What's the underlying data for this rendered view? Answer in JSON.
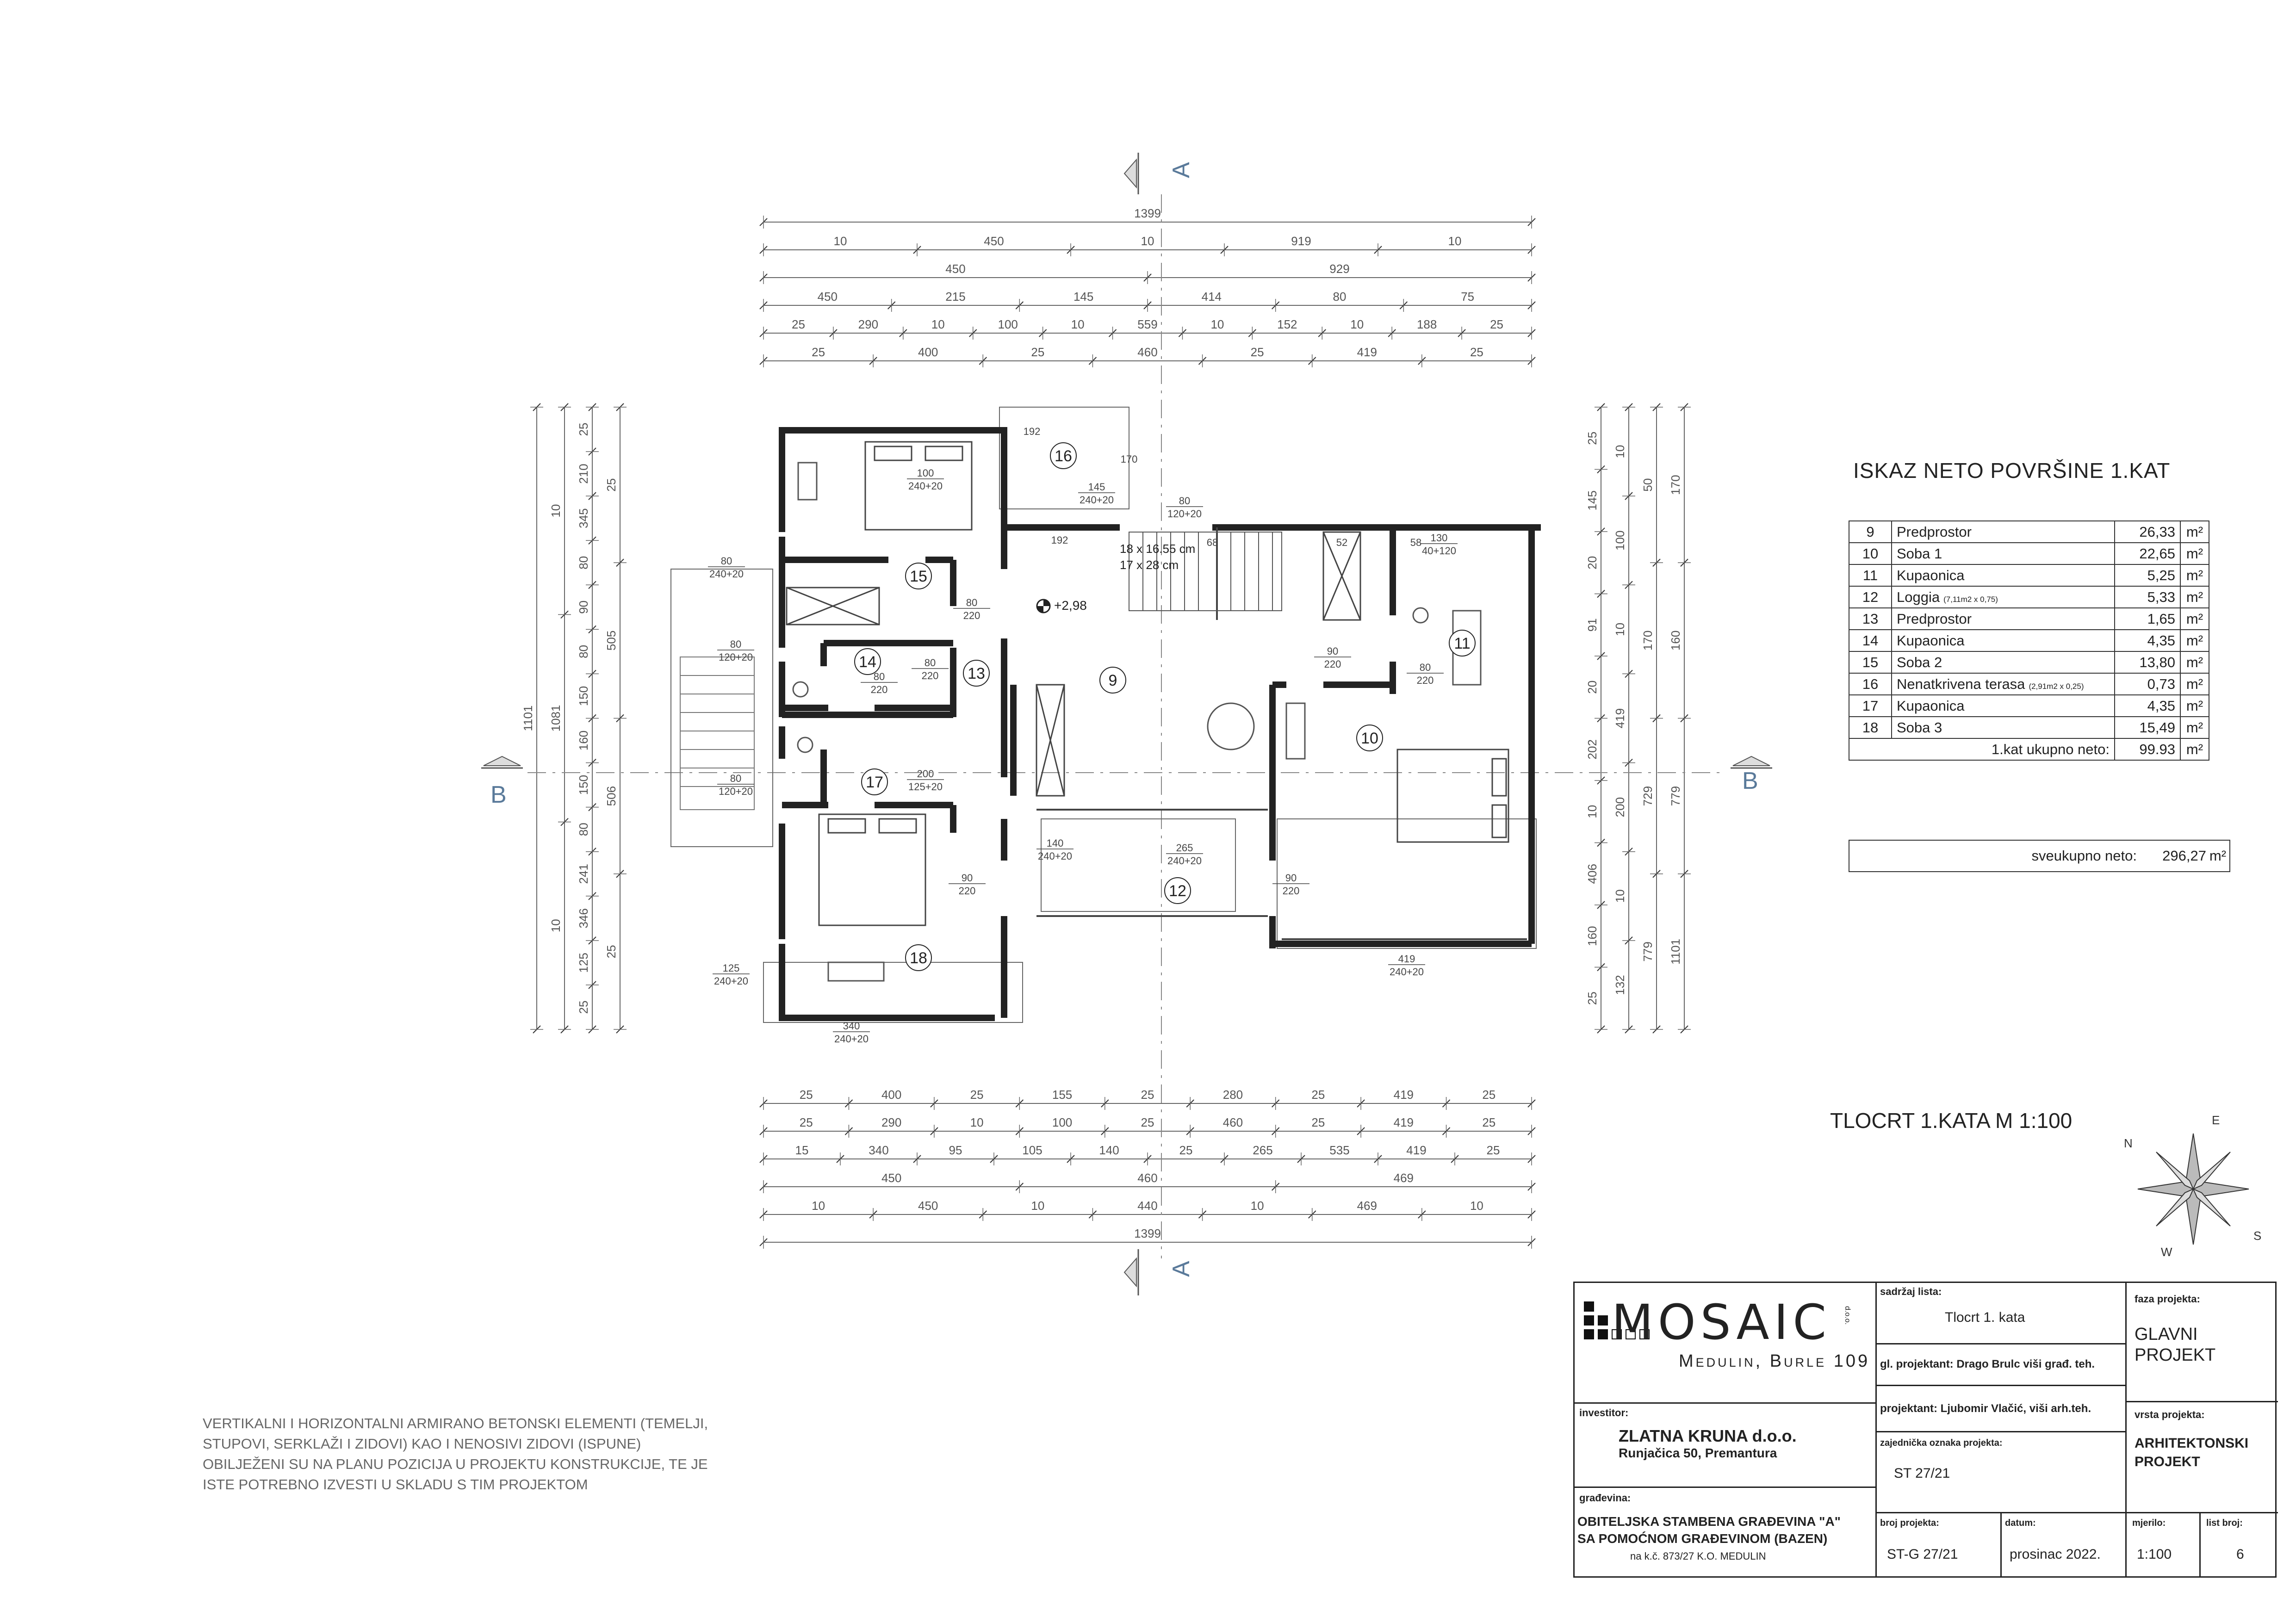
{
  "section_markers": {
    "top": "A",
    "bottom": "A",
    "left": "B",
    "right": "B"
  },
  "dimensions": {
    "top_rows": [
      [
        "1399"
      ],
      [
        "10",
        "450",
        "10",
        "919",
        "10"
      ],
      [
        "450",
        "929"
      ],
      [
        "450",
        "215",
        "145",
        "414",
        "80",
        "75"
      ],
      [
        "25",
        "290",
        "10",
        "100",
        "10",
        "559",
        "10",
        "152",
        "10",
        "188",
        "25"
      ],
      [
        "25",
        "400",
        "25",
        "460",
        "25",
        "419",
        "25"
      ]
    ],
    "bottom_rows": [
      [
        "25",
        "400",
        "25",
        "155",
        "25",
        "280",
        "25",
        "419",
        "25"
      ],
      [
        "25",
        "290",
        "10",
        "100",
        "25",
        "460",
        "25",
        "419",
        "25"
      ],
      [
        "15",
        "340",
        "95",
        "105",
        "140",
        "25",
        "265",
        "535",
        "419",
        "25"
      ],
      [
        "450",
        "460",
        "469"
      ],
      [
        "10",
        "450",
        "10",
        "440",
        "10",
        "469",
        "10"
      ],
      [
        "1399"
      ]
    ],
    "left_cols": [
      [
        "1101"
      ],
      [
        "10",
        "1081",
        "10"
      ],
      [
        "25",
        "210",
        "345",
        "80",
        "90",
        "80",
        "150",
        "160",
        "150",
        "80",
        "241",
        "346",
        "125",
        "25"
      ],
      [
        "25",
        "505",
        "506",
        "25"
      ]
    ],
    "right_cols": [
      [
        "25",
        "145",
        "20",
        "91",
        "20",
        "202",
        "10",
        "406",
        "160",
        "25"
      ],
      [
        "10",
        "100",
        "10",
        "419",
        "200",
        "10",
        "132"
      ],
      [
        "50",
        "170",
        "729",
        "779"
      ],
      [
        "170",
        "160",
        "779",
        "1101"
      ]
    ]
  },
  "rooms": [
    {
      "no": "9",
      "name": "Predprostor",
      "area": "26,33",
      "note": ""
    },
    {
      "no": "10",
      "name": "Soba 1",
      "area": "22,65",
      "note": ""
    },
    {
      "no": "11",
      "name": "Kupaonica",
      "area": "5,25",
      "note": ""
    },
    {
      "no": "12",
      "name": "Loggia",
      "area": "5,33",
      "note": "(7,11m2 x 0,75)"
    },
    {
      "no": "13",
      "name": "Predprostor",
      "area": "1,65",
      "note": ""
    },
    {
      "no": "14",
      "name": "Kupaonica",
      "area": "4,35",
      "note": ""
    },
    {
      "no": "15",
      "name": "Soba 2",
      "area": "13,80",
      "note": ""
    },
    {
      "no": "16",
      "name": "Nenatkrivena terasa",
      "area": "0,73",
      "note": "(2,91m2 x 0,25)"
    },
    {
      "no": "17",
      "name": "Kupaonica",
      "area": "4,35",
      "note": ""
    },
    {
      "no": "18",
      "name": "Soba 3",
      "area": "15,49",
      "note": ""
    }
  ],
  "area_table": {
    "title": "ISKAZ NETO POVRŠINE 1.KAT",
    "unit": "m²",
    "total_label": "1.kat ukupno neto:",
    "total_value": "99.93",
    "grand_label": "sveukupno neto:",
    "grand_value": "296,27"
  },
  "plan": {
    "title": "TLOCRT 1.KATA M 1:100",
    "level_mark": "+2,98",
    "stair_line1": "18 x 16.55 cm",
    "stair_line2": "17 x 28 cm",
    "openings": [
      {
        "w": "192",
        "h": ""
      },
      {
        "w": "100",
        "h": "240+20"
      },
      {
        "w": "170",
        "h": ""
      },
      {
        "w": "145",
        "h": "240+20"
      },
      {
        "w": "80",
        "h": "120+20"
      },
      {
        "w": "130",
        "h": "40+120"
      },
      {
        "w": "192",
        "h": ""
      },
      {
        "w": "68",
        "h": ""
      },
      {
        "w": "52",
        "h": ""
      },
      {
        "w": "58",
        "h": ""
      },
      {
        "w": "80",
        "h": "240+20"
      },
      {
        "w": "80",
        "h": "120+20"
      },
      {
        "w": "80",
        "h": "120+20"
      },
      {
        "w": "80",
        "h": "220"
      },
      {
        "w": "80",
        "h": "220"
      },
      {
        "w": "80",
        "h": "220"
      },
      {
        "w": "90",
        "h": "220"
      },
      {
        "w": "80",
        "h": "220"
      },
      {
        "w": "200",
        "h": "125+20"
      },
      {
        "w": "90",
        "h": "220"
      },
      {
        "w": "90",
        "h": "220"
      },
      {
        "w": "125",
        "h": "240+20"
      },
      {
        "w": "419",
        "h": "240+20"
      },
      {
        "w": "340",
        "h": "240+20"
      },
      {
        "w": "265",
        "h": "240+20"
      },
      {
        "w": "140",
        "h": "240+20"
      }
    ]
  },
  "north": {
    "n": "N",
    "e": "E",
    "s": "S",
    "w": "W"
  },
  "notes": [
    "VERTIKALNI I HORIZONTALNI ARMIRANO BETONSKI ELEMENTI (TEMELJI,",
    "STUPOVI, SERKLAŽI I ZIDOVI) KAO I NENOSIVI ZIDOVI (ISPUNE)",
    "OBILJEŽENI SU NA PLANU POZICIJA U PROJEKTU KONSTRUKCIJE, TE JE",
    "ISTE POTREBNO IZVESTI U SKLADU S TIM PROJEKTOM"
  ],
  "title_block": {
    "logo_word": "MOSAIC",
    "logo_suffix": "d.o.o.",
    "logo_address": "Medulin, Burle 109",
    "investor_label": "investitor:",
    "investor_name": "ZLATNA KRUNA d.o.o.",
    "investor_address": "Runjačica 50, Premantura",
    "building_label": "građevina:",
    "building_line1": "OBITELJSKA STAMBENA GRAĐEVINA \"A\"",
    "building_line2": "SA POMOĆNOM GRAĐEVINOM (BAZEN)",
    "building_line3": "na k.č. 873/27 K.O. MEDULIN",
    "sheet_label": "sadržaj lista:",
    "sheet_value": "Tlocrt 1. kata",
    "chief_designer": "gl. projektant:  Drago Brulc  viši građ. teh.",
    "designer": "projektant:  Ljubomir Vlačić, viši arh.teh.",
    "joint_label": "zajednička oznaka projekta:",
    "joint_value": "ST 27/21",
    "project_no_label": "broj projekta:",
    "project_no": "ST-G 27/21",
    "date_label": "datum:",
    "date": "prosinac 2022.",
    "scale_label": "mjerilo:",
    "scale": "1:100",
    "sheet_no_label": "list broj:",
    "sheet_no": "6",
    "phase_label": "faza projekta:",
    "phase_line1": "GLAVNI",
    "phase_line2": "PROJEKT",
    "type_label": "vrsta projekta:",
    "type_line1": "ARHITEKTONSKI",
    "type_line2": "PROJEKT"
  }
}
